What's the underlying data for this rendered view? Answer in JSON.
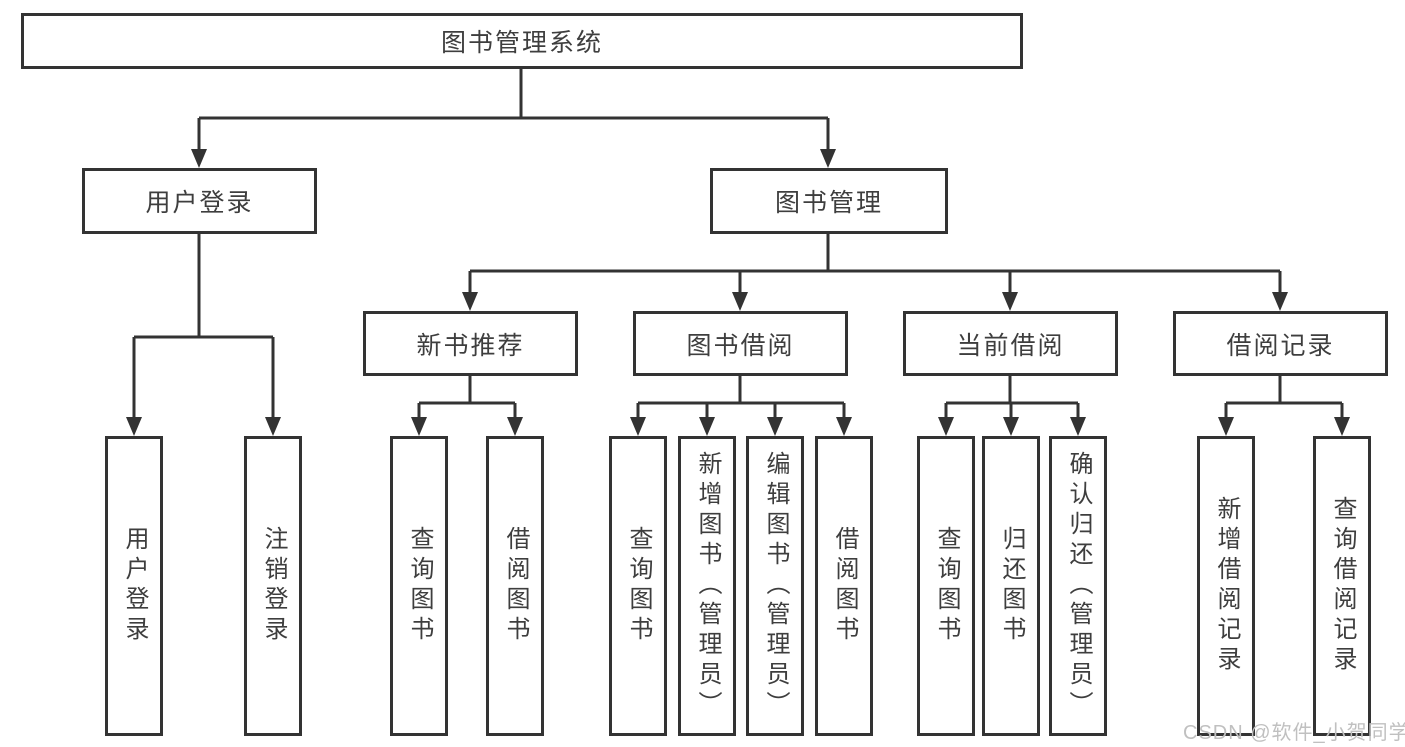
{
  "diagram": {
    "root": "图书管理系统",
    "level2": {
      "user_login": "用户登录",
      "book_management": "图书管理"
    },
    "level3": {
      "new_book_recommend": "新书推荐",
      "book_borrowing": "图书借阅",
      "current_borrowing": "当前借阅",
      "borrowing_records": "借阅记录"
    },
    "leaves": {
      "user_login": "用户登录",
      "logout": "注销登录",
      "rec_query_books": "查询图书",
      "rec_borrow_books": "借阅图书",
      "bb_query_books": "查询图书",
      "bb_add_books": "新增图书（管理员）",
      "bb_edit_books": "编辑图书（管理员）",
      "bb_borrow_books": "借阅图书",
      "cb_query_books": "查询图书",
      "cb_return_books": "归还图书",
      "cb_confirm_return": "确认归还（管理员）",
      "br_add_record": "新增借阅记录",
      "br_query_record": "查询借阅记录"
    }
  },
  "watermark": "CSDN @软件_小贺同学",
  "colors": {
    "line": "#333333",
    "text": "#3e3e3e",
    "watermark": "#c0c0c0",
    "background": "#ffffff"
  }
}
